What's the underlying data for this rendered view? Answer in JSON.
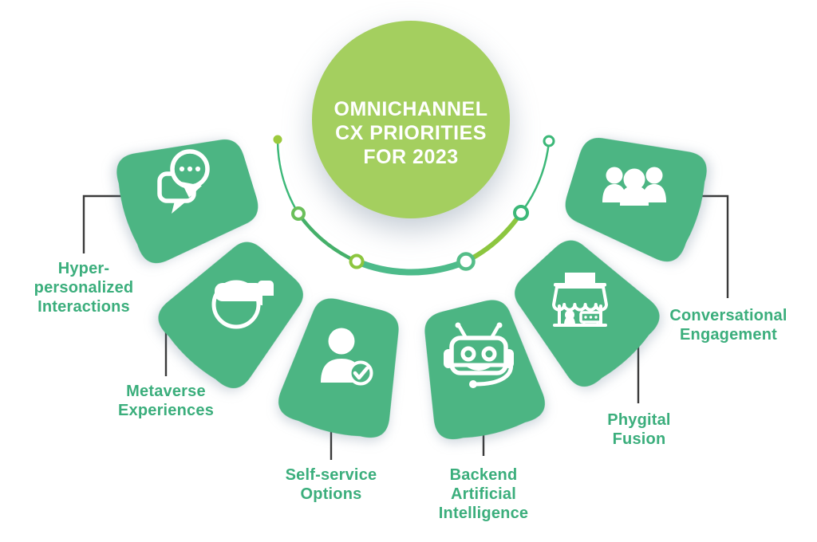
{
  "title": "OMNICHANNEL\nCX PRIORITIES\nFOR 2023",
  "items": [
    {
      "id": "hyper-personalized-interactions",
      "label": "Hyper-\npersonalized\nInteractions",
      "icon": "chat-bubbles-icon"
    },
    {
      "id": "metaverse-experiences",
      "label": "Metaverse\nExperiences",
      "icon": "vr-headset-icon"
    },
    {
      "id": "self-service-options",
      "label": "Self-service\nOptions",
      "icon": "user-check-icon"
    },
    {
      "id": "backend-artificial-intelligence",
      "label": "Backend\nArtificial\nIntelligence",
      "icon": "chatbot-icon"
    },
    {
      "id": "phygital-fusion",
      "label": "Phygital\nFusion",
      "icon": "storefront-icon"
    },
    {
      "id": "conversational-engagement",
      "label": "Conversational\nEngagement",
      "icon": "people-group-icon"
    }
  ],
  "colors": {
    "card": "#4cb583",
    "circle": "#a4cf5f",
    "label": "#3bae7c",
    "leader": "#3a3a3a",
    "arc_teal": "#3cb878",
    "arc_mid": "#45b06a",
    "arc_thick": "#4dbb8a",
    "arc_light": "#8cc63f",
    "dot": "#9cca3d"
  }
}
